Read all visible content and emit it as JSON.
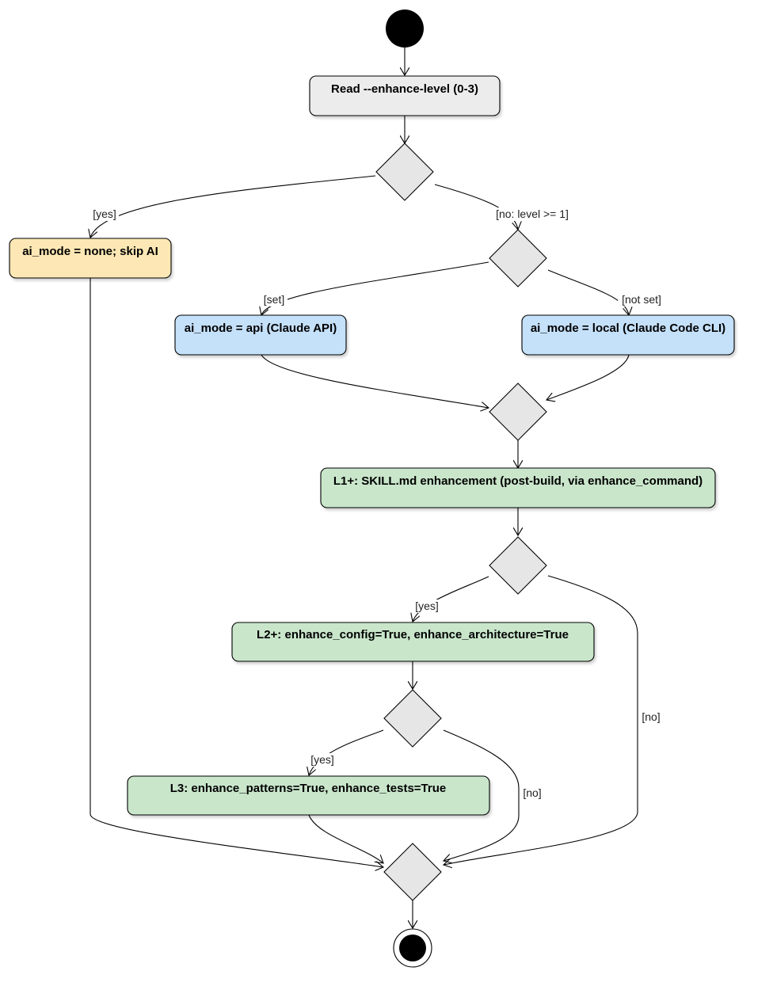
{
  "colors": {
    "read": "#ececec",
    "none": "#fde8b5",
    "mode": "#c5e0f9",
    "enhance": "#c9e6cb",
    "decision": "#e6e6e6"
  },
  "nodes": {
    "read_level": "Read --enhance-level (0-3)",
    "mode_none": "ai_mode = none; skip AI",
    "mode_api": "ai_mode = api (Claude API)",
    "mode_local": "ai_mode = local (Claude Code CLI)",
    "l1": "L1+: SKILL.md enhancement (post-build, via enhance_command)",
    "l2": "L2+: enhance_config=True, enhance_architecture=True",
    "l3": "L3: enhance_patterns=True, enhance_tests=True"
  },
  "labels": {
    "level_zero_yes": "[yes]",
    "level_zero_no": "[no: level >= 1]",
    "key_set": "[set]",
    "key_not_set": "[not set]",
    "l2_yes": "[yes]",
    "l2_no": "[no]",
    "l3_yes": "[yes]",
    "l3_no": "[no]"
  }
}
